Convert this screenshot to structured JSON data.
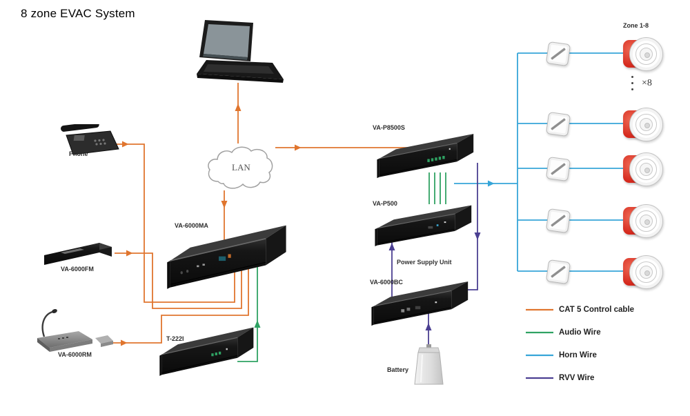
{
  "title": "8 zone EVAC System",
  "colors": {
    "cat5": "#e0752e",
    "audio": "#2fa263",
    "horn": "#36a5d8",
    "rvv": "#4b3f92"
  },
  "devices": {
    "phone": {
      "label": "Phone"
    },
    "lan": {
      "label": "LAN"
    },
    "va6000ma": {
      "label": "VA-6000MA"
    },
    "va6000fm": {
      "label": "VA-6000FM"
    },
    "va6000rm": {
      "label": "VA-6000RM"
    },
    "t222i": {
      "label": "T-222I"
    },
    "vap8500s": {
      "label": "VA-P8500S"
    },
    "vap500": {
      "label": "VA-P500"
    },
    "va6000bc": {
      "label": "VA-6000BC"
    },
    "battery": {
      "label": "Battery"
    }
  },
  "annotations": {
    "power_supply_unit": "Power Supply Unit",
    "zone_range": "Zone 1-8",
    "zone_multiplier": "×8"
  },
  "legend": {
    "items": [
      {
        "label": "CAT 5 Control cable",
        "color": "#e0752e"
      },
      {
        "label": "Audio Wire",
        "color": "#2fa263"
      },
      {
        "label": "Horn Wire",
        "color": "#36a5d8"
      },
      {
        "label": "RVV Wire",
        "color": "#4b3f92"
      }
    ]
  }
}
